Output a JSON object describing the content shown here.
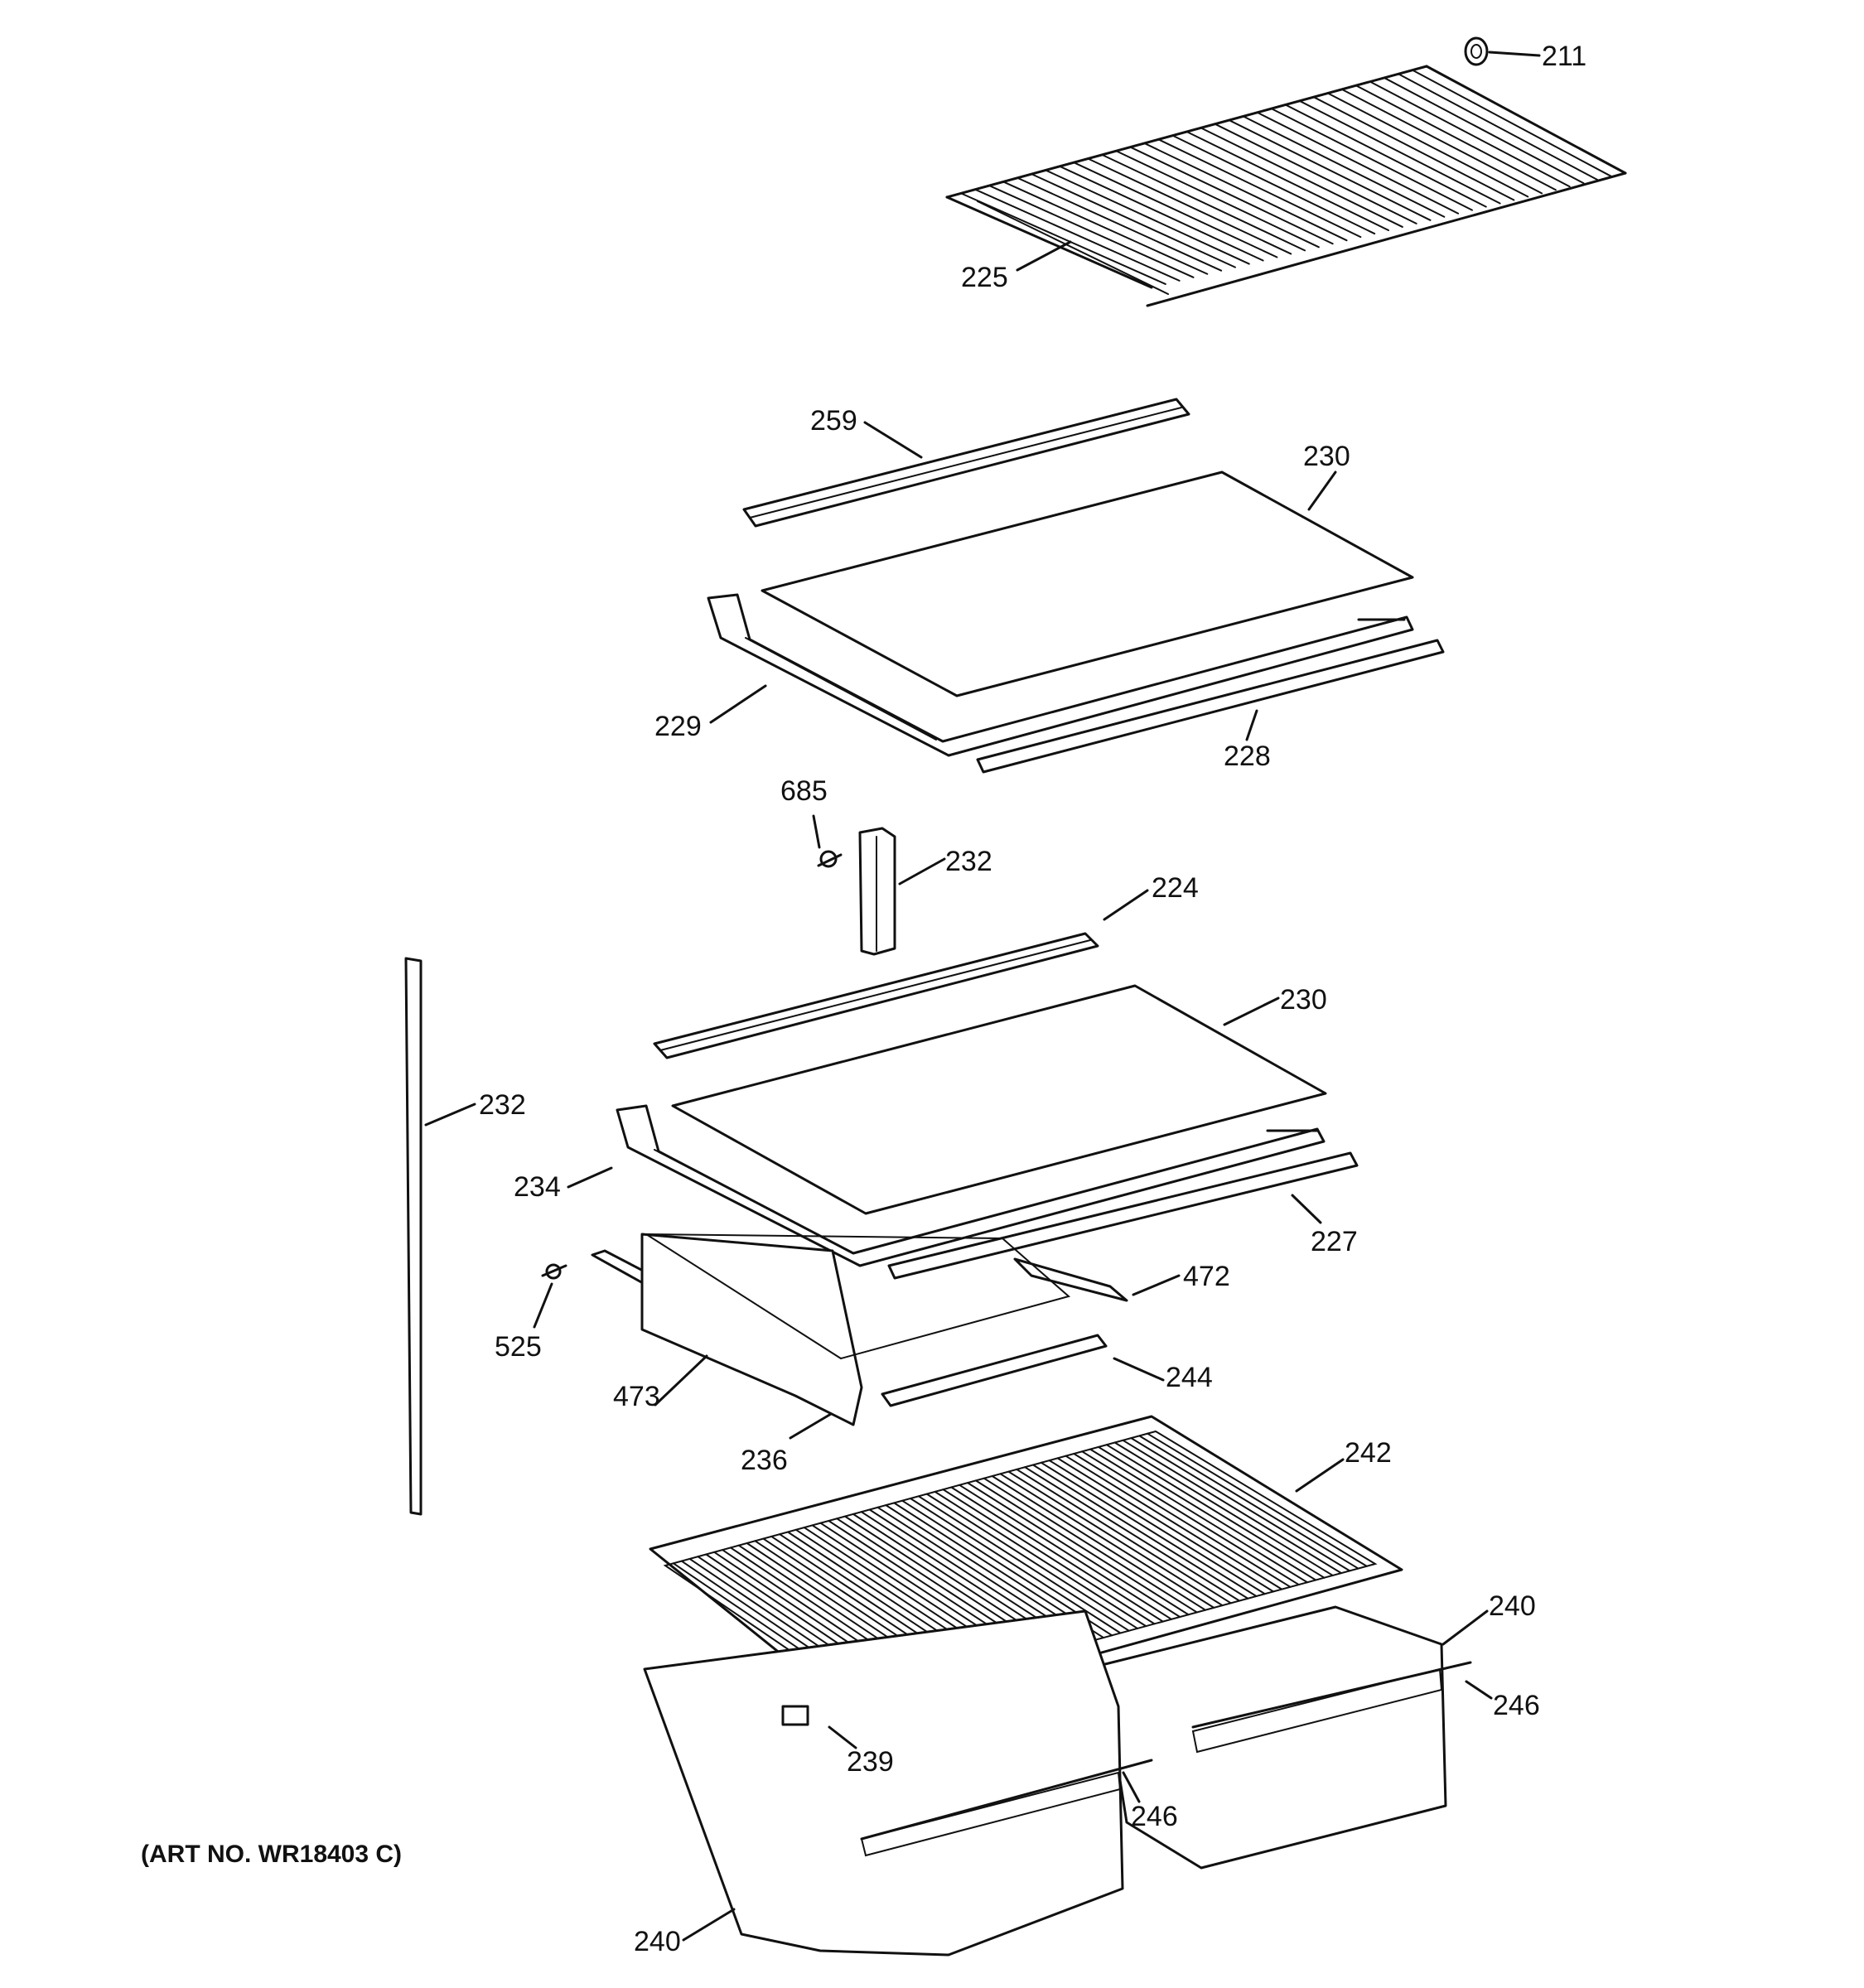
{
  "diagram": {
    "callouts": {
      "c211": "211",
      "c225": "225",
      "c259": "259",
      "c230a": "230",
      "c229": "229",
      "c228": "228",
      "c685": "685",
      "c232a": "232",
      "c224": "224",
      "c230b": "230",
      "c232b": "232",
      "c234": "234",
      "c227": "227",
      "c472": "472",
      "c525": "525",
      "c244": "244",
      "c473": "473",
      "c236": "236",
      "c242": "242",
      "c240a": "240",
      "c246a": "246",
      "c239": "239",
      "c246b": "246",
      "c240b": "240"
    },
    "art_number": "(ART NO. WR18403 C)"
  }
}
